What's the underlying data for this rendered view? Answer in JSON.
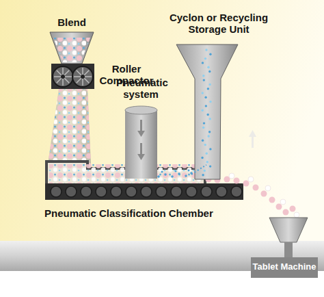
{
  "diagram": {
    "nodes": [
      {
        "text": [
          "Blend"
        ]
      },
      {
        "text": [
          "Roller Compactor"
        ]
      },
      {
        "text": [
          "Pneumatic system"
        ]
      },
      {
        "text": [
          "Cyclon or Recycling Storage Unit"
        ]
      },
      {
        "text": [
          "Pneumatic Classification Chember"
        ]
      },
      {
        "text": [
          "Tablet Machine"
        ]
      }
    ]
  }
}
